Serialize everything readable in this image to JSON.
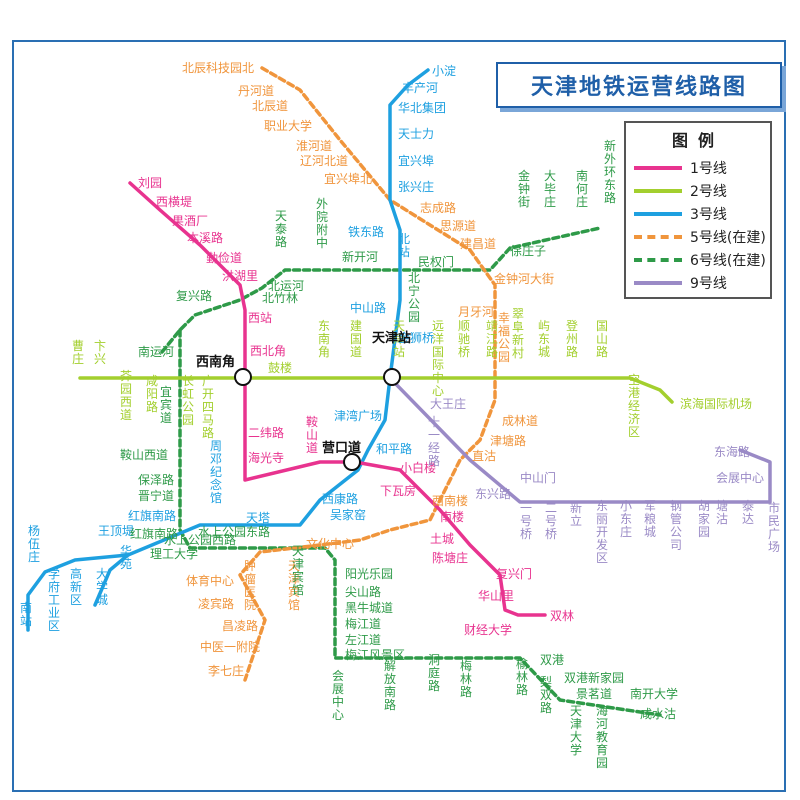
{
  "title": "天津地铁运营线路图",
  "legend": {
    "title": "图例",
    "items": [
      {
        "label": "1号线",
        "color": "#e8338f",
        "dashed": false
      },
      {
        "label": "2号线",
        "color": "#a3cf2e",
        "dashed": false
      },
      {
        "label": "3号线",
        "color": "#1ea0e0",
        "dashed": false
      },
      {
        "label": "5号线(在建)",
        "color": "#f0953c",
        "dashed": true
      },
      {
        "label": "6号线(在建)",
        "color": "#2e9a48",
        "dashed": true
      },
      {
        "label": "9号线",
        "color": "#9a8ac6",
        "dashed": false
      }
    ]
  },
  "colors": {
    "line1": "#e8338f",
    "line2": "#a3cf2e",
    "line3": "#1ea0e0",
    "line5": "#f0953c",
    "line6": "#2e9a48",
    "line9": "#9a8ac6",
    "frame": "#2a6fb3"
  },
  "hubs": [
    "西南角",
    "天津站",
    "营口道"
  ],
  "stations": {
    "line1": [
      "刘园",
      "西横堤",
      "果酒厂",
      "本溪路",
      "勤俭道",
      "洪湖里",
      "西站",
      "西北角",
      "西南角",
      "二纬路",
      "海光寺",
      "鞍山道",
      "营口道",
      "小白楼",
      "下瓦房",
      "南楼",
      "土城",
      "陈塘庄",
      "复兴门",
      "华山里",
      "财经大学",
      "双林"
    ],
    "line2": [
      "曹庄",
      "卞兴",
      "芥园西道",
      "咸阳路",
      "长虹公园",
      "广开四马路",
      "西南角",
      "鼓楼",
      "东南角",
      "建国道",
      "天津站",
      "远洋国际中心",
      "顺驰桥",
      "靖江路",
      "翠阜新村",
      "屿东城",
      "登州路",
      "国山路",
      "空港经济区",
      "滨海国际机场"
    ],
    "line3": [
      "小淀",
      "丰产河",
      "华北集团",
      "天士力",
      "宜兴埠",
      "张兴庄",
      "铁东路",
      "北站",
      "中山路",
      "金狮桥",
      "天津站",
      "津湾广场",
      "和平路",
      "营口道",
      "西康路",
      "吴家窑",
      "天塔",
      "周邓纪念馆",
      "红旗南路",
      "王顶堤",
      "华苑",
      "大学城",
      "高新区",
      "学府工业区",
      "杨伍庄",
      "南站"
    ],
    "line5": [
      "北辰科技园北",
      "丹河道",
      "北辰道",
      "职业大学",
      "淮河道",
      "辽河北道",
      "宜兴埠北",
      "张兴庄",
      "志成路",
      "思源道",
      "建昌道",
      "金钟河大街",
      "月牙河",
      "幸福公园",
      "靖江路",
      "成林道",
      "津塘路",
      "直沽",
      "下瓦房",
      "西南楼",
      "文化中心",
      "天津宾馆",
      "肿瘤医院",
      "体育中心",
      "凌宾路",
      "昌凌路",
      "中医一附院",
      "李七庄"
    ],
    "line6": [
      "南运河",
      "北运河",
      "北竹林",
      "西站",
      "复兴路",
      "天泰路",
      "外院附中",
      "新开河",
      "北宁公园",
      "民权门",
      "金钟街",
      "大毕庄",
      "南何庄",
      "新外环东路",
      "徐庄子",
      "金钟河大街",
      "红旗南路",
      "宜宾道",
      "鞍山西道",
      "保泽路",
      "晋宁道",
      "理工大学",
      "水上公园西路",
      "水上公园东路",
      "天津宾馆",
      "阳光乐园",
      "尖山路",
      "黑牛城道",
      "梅江道",
      "左江道",
      "梅江风景区",
      "会展中心",
      "解放南路",
      "洞庭路",
      "梅林路",
      "榆林路",
      "梨双路",
      "双港",
      "双港新家园",
      "景茗道",
      "南开大学",
      "咸水沽",
      "天津大学",
      "海河教育园"
    ],
    "line9": [
      "天津站",
      "大王庄",
      "十一经路",
      "直沽",
      "东兴路",
      "中山门",
      "一号桥",
      "二号桥",
      "新立",
      "东丽开发区",
      "小东庄",
      "军粮城",
      "钢管公司",
      "胡家园",
      "塘沽",
      "泰达",
      "市民广场",
      "东海路",
      "会展中心"
    ]
  }
}
